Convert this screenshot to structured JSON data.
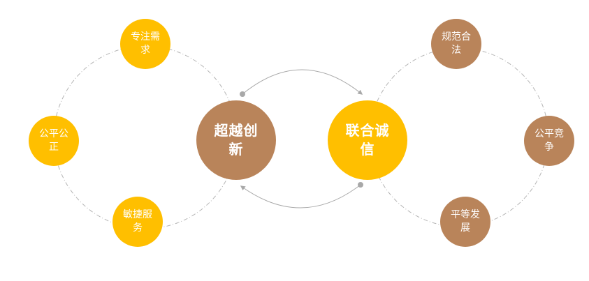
{
  "colors": {
    "gold": "#FFBF00",
    "brown": "#B9845A",
    "ring_line": "#b5b5b5",
    "arrow_line": "#a8a8a8"
  },
  "center": {
    "left": {
      "label": "超越创新",
      "color": "brown"
    },
    "right": {
      "label": "联合诚信",
      "color": "gold"
    }
  },
  "left_group": [
    {
      "id": "zhuanzhu",
      "label": "专注需求",
      "color": "gold"
    },
    {
      "id": "gongping",
      "label": "公平公正",
      "color": "gold"
    },
    {
      "id": "minjie",
      "label": "敏捷服务",
      "color": "gold"
    }
  ],
  "right_group": [
    {
      "id": "guifan",
      "label": "规范合法",
      "color": "brown"
    },
    {
      "id": "jingzheng",
      "label": "公平竞争",
      "color": "brown"
    },
    {
      "id": "fazhan",
      "label": "平等发展",
      "color": "brown"
    }
  ]
}
